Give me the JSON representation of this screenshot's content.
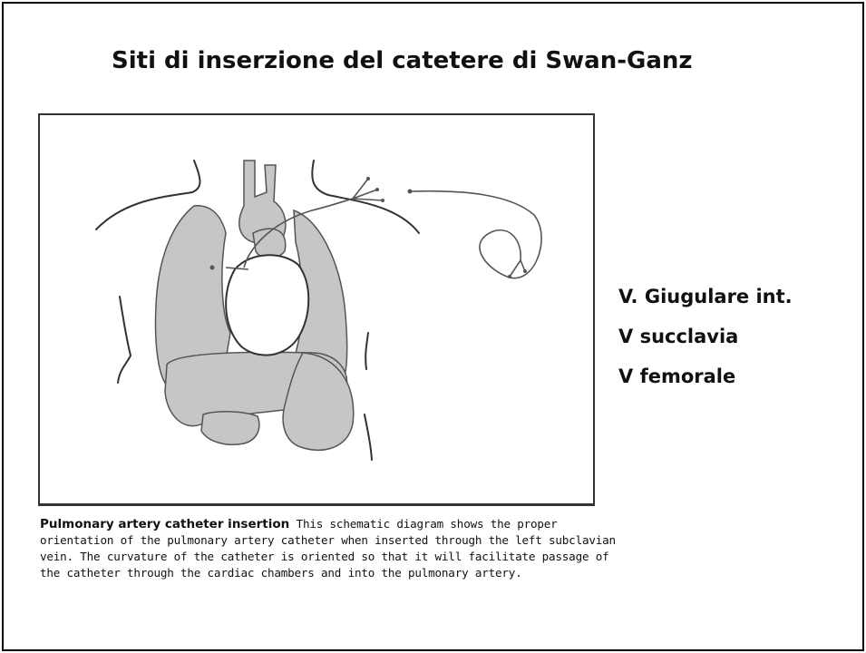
{
  "slide": {
    "title": "Siti di inserzione del catetere di Swan-Ganz"
  },
  "figure": {
    "caption_title": "Pulmonary artery catheter insertion",
    "caption_body": "This schematic diagram shows the proper orientation of the pulmonary artery catheter when inserted through the left subclavian vein. The curvature of the catheter is oriented so that it will facilitate passage of the catheter through the cardiac chambers and into the pulmonary artery."
  },
  "insertion_sites": [
    "V. Giugulare int.",
    "V succlavia",
    "V femorale"
  ]
}
